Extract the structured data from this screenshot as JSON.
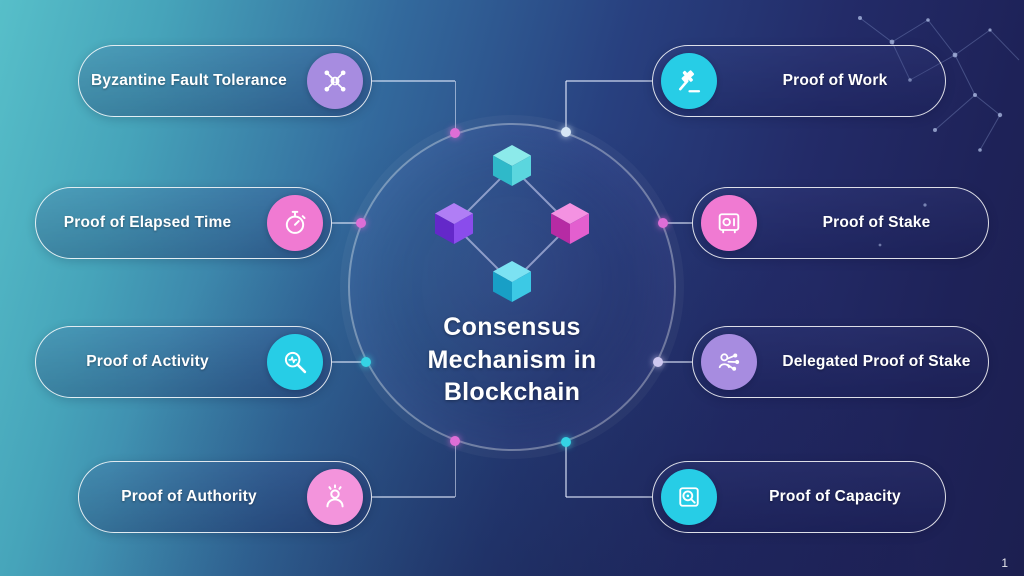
{
  "slide": {
    "page_number": "1",
    "background": {
      "gradient_from": "#57bfc9",
      "gradient_to": "#1c1f50"
    }
  },
  "center": {
    "line1": "Consensus",
    "line2": "Mechanism in",
    "line3": "Blockchain",
    "icon": "blockchain-cubes",
    "cube_colors": {
      "top": "#62d8dd",
      "left": "#8a3cf0",
      "right": "#e55ad2",
      "bottom": "#2fc6e6"
    }
  },
  "items": [
    {
      "label": "Byzantine Fault Tolerance",
      "side": "left",
      "icon": "fault-network-icon",
      "icon_color": "#a78ce0",
      "connector_dot_color": "#de6ed6"
    },
    {
      "label": "Proof of Elapsed Time",
      "side": "left",
      "icon": "stopwatch-icon",
      "icon_color": "#f07ad2",
      "connector_dot_color": "#de6ed6"
    },
    {
      "label": "Proof of Activity",
      "side": "left",
      "icon": "activity-magnifier-icon",
      "icon_color": "#27cde6",
      "connector_dot_color": "#35d3e4"
    },
    {
      "label": "Proof of Authority",
      "side": "left",
      "icon": "authority-person-icon",
      "icon_color": "#f394dc",
      "connector_dot_color": "#de6ed6"
    },
    {
      "label": "Proof of Work",
      "side": "right",
      "icon": "gavel-icon",
      "icon_color": "#27cde6",
      "connector_dot_color": "#d6e6f5"
    },
    {
      "label": "Proof of Stake",
      "side": "right",
      "icon": "stake-safe-icon",
      "icon_color": "#f07ad2",
      "connector_dot_color": "#de6ed6"
    },
    {
      "label": "Delegated Proof of Stake",
      "side": "right",
      "icon": "delegation-people-icon",
      "icon_color": "#a78ce0",
      "connector_dot_color": "#cfc8f0"
    },
    {
      "label": "Proof of Capacity",
      "side": "right",
      "icon": "hard-drive-icon",
      "icon_color": "#27cde6",
      "connector_dot_color": "#35d3e4"
    }
  ]
}
